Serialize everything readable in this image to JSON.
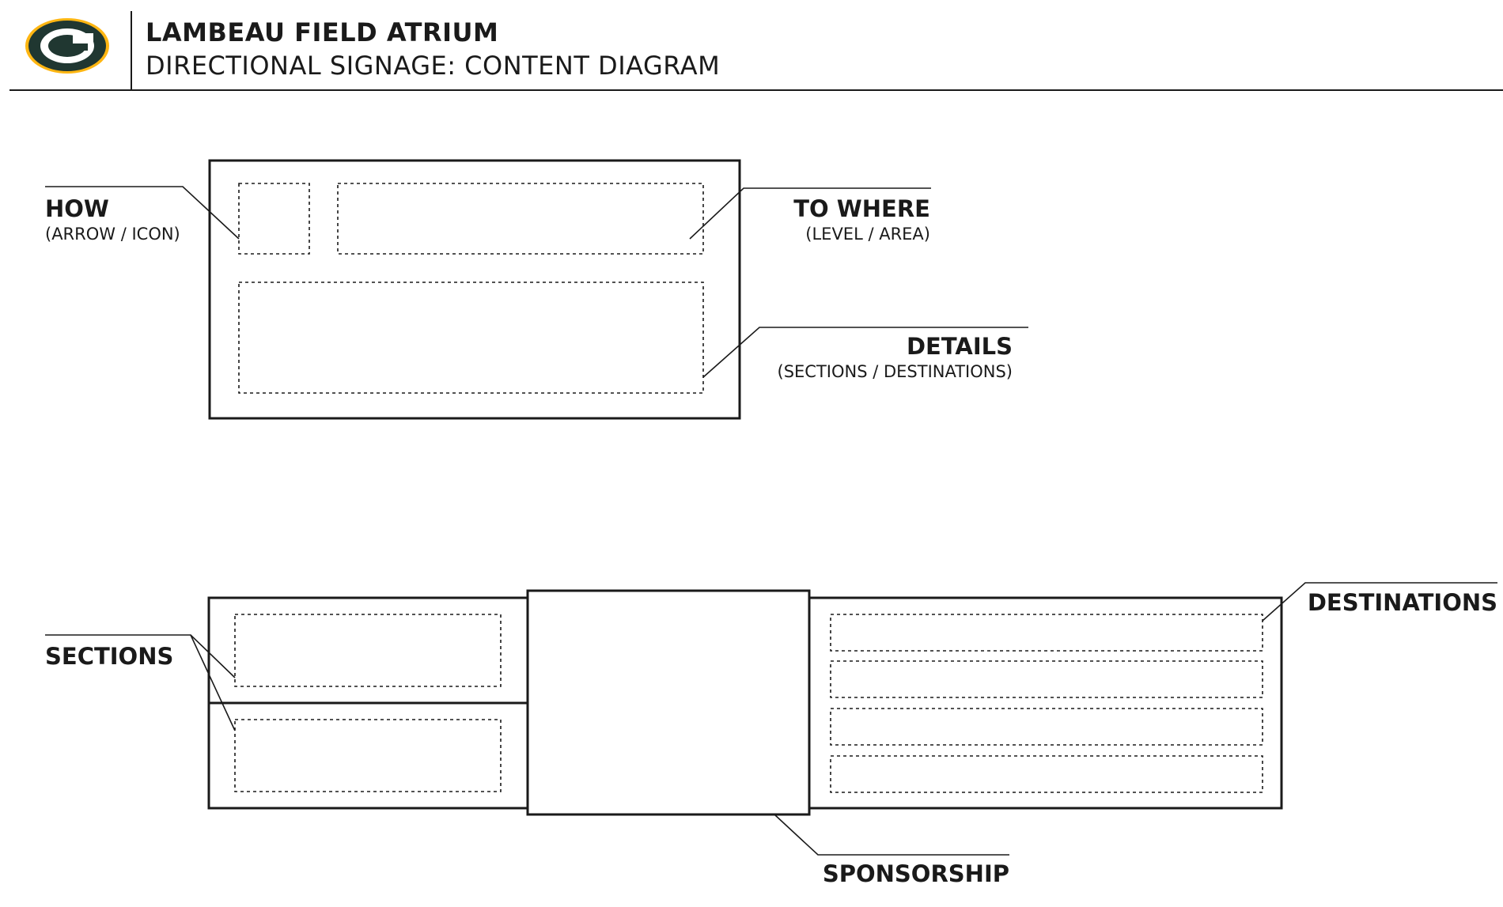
{
  "header": {
    "title": "LAMBEAU FIELD ATRIUM",
    "subtitle": "DIRECTIONAL SIGNAGE: CONTENT DIAGRAM",
    "logo_icon": "g-logo-icon",
    "logo_colors": {
      "green": "#203731",
      "gold": "#FFB612",
      "white": "#ffffff"
    }
  },
  "diagram1": {
    "how": {
      "title": "HOW",
      "sub": "(ARROW / ICON)"
    },
    "to_where": {
      "title": "TO WHERE",
      "sub": "(LEVEL / AREA)"
    },
    "details": {
      "title": "DETAILS",
      "sub": "(SECTIONS / DESTINATIONS)"
    }
  },
  "diagram2": {
    "sections": {
      "title": "SECTIONS"
    },
    "destinations": {
      "title": "DESTINATIONS"
    },
    "sponsorship": {
      "title": "SPONSORSHIP"
    }
  },
  "colors": {
    "ink": "#1a1a1a"
  }
}
